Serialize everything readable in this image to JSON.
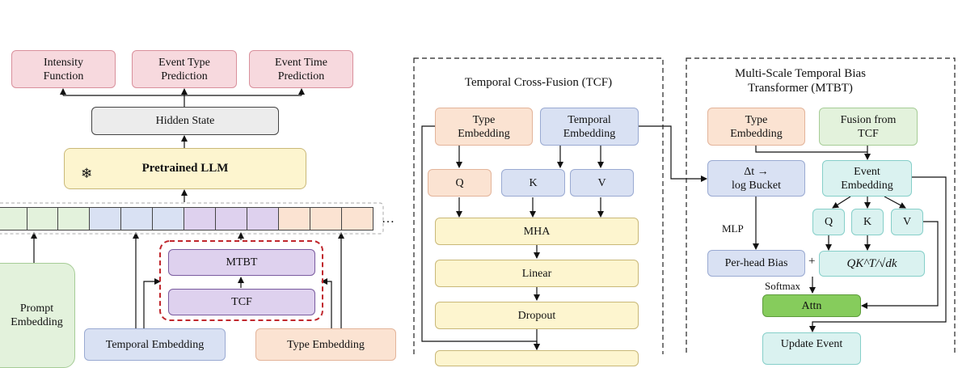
{
  "left": {
    "outputs": [
      "Intensity\nFunction",
      "Event Type\nPrediction",
      "Event Time\nPrediction"
    ],
    "hidden_state": "Hidden State",
    "llm": "Pretrained LLM",
    "frozen_icon": "snowflake-icon",
    "ellipsis": "…",
    "prompt_embedding": "Prompt\nEmbedding",
    "mtbt": "MTBT",
    "tcf": "TCF",
    "temporal_embedding": "Temporal Embedding",
    "type_embedding": "Type Embedding"
  },
  "middle": {
    "title": "Temporal Cross-Fusion (TCF)",
    "type_embedding": "Type\nEmbedding",
    "temporal_embedding": "Temporal\nEmbedding",
    "q": "Q",
    "k": "K",
    "v": "V",
    "mha": "MHA",
    "linear": "Linear",
    "dropout": "Dropout"
  },
  "right": {
    "title": "Multi-Scale Temporal Bias\nTransformer (MTBT)",
    "type_embedding": "Type\nEmbedding",
    "fusion": "Fusion from\nTCF",
    "bucket": "Δt →\nlog Bucket",
    "event_embedding": "Event\nEmbedding",
    "q": "Q",
    "k": "K",
    "v": "V",
    "mlp": "MLP",
    "per_head_bias": "Per-head Bias",
    "plus": "+",
    "formula": "QK^T/√dk",
    "softmax": "Softmax",
    "attn": "Attn",
    "update": "Update Event"
  },
  "colors": {
    "pink": "#f7d9de",
    "yellow": "#fdf5cf",
    "orange": "#fbe3d2",
    "blue": "#d9e1f3",
    "purple": "#ded1ee",
    "green": "#e3f2dc",
    "teal": "#daf2f0",
    "attn_green": "#86cc5c",
    "dashed_red": "#c0272d"
  }
}
